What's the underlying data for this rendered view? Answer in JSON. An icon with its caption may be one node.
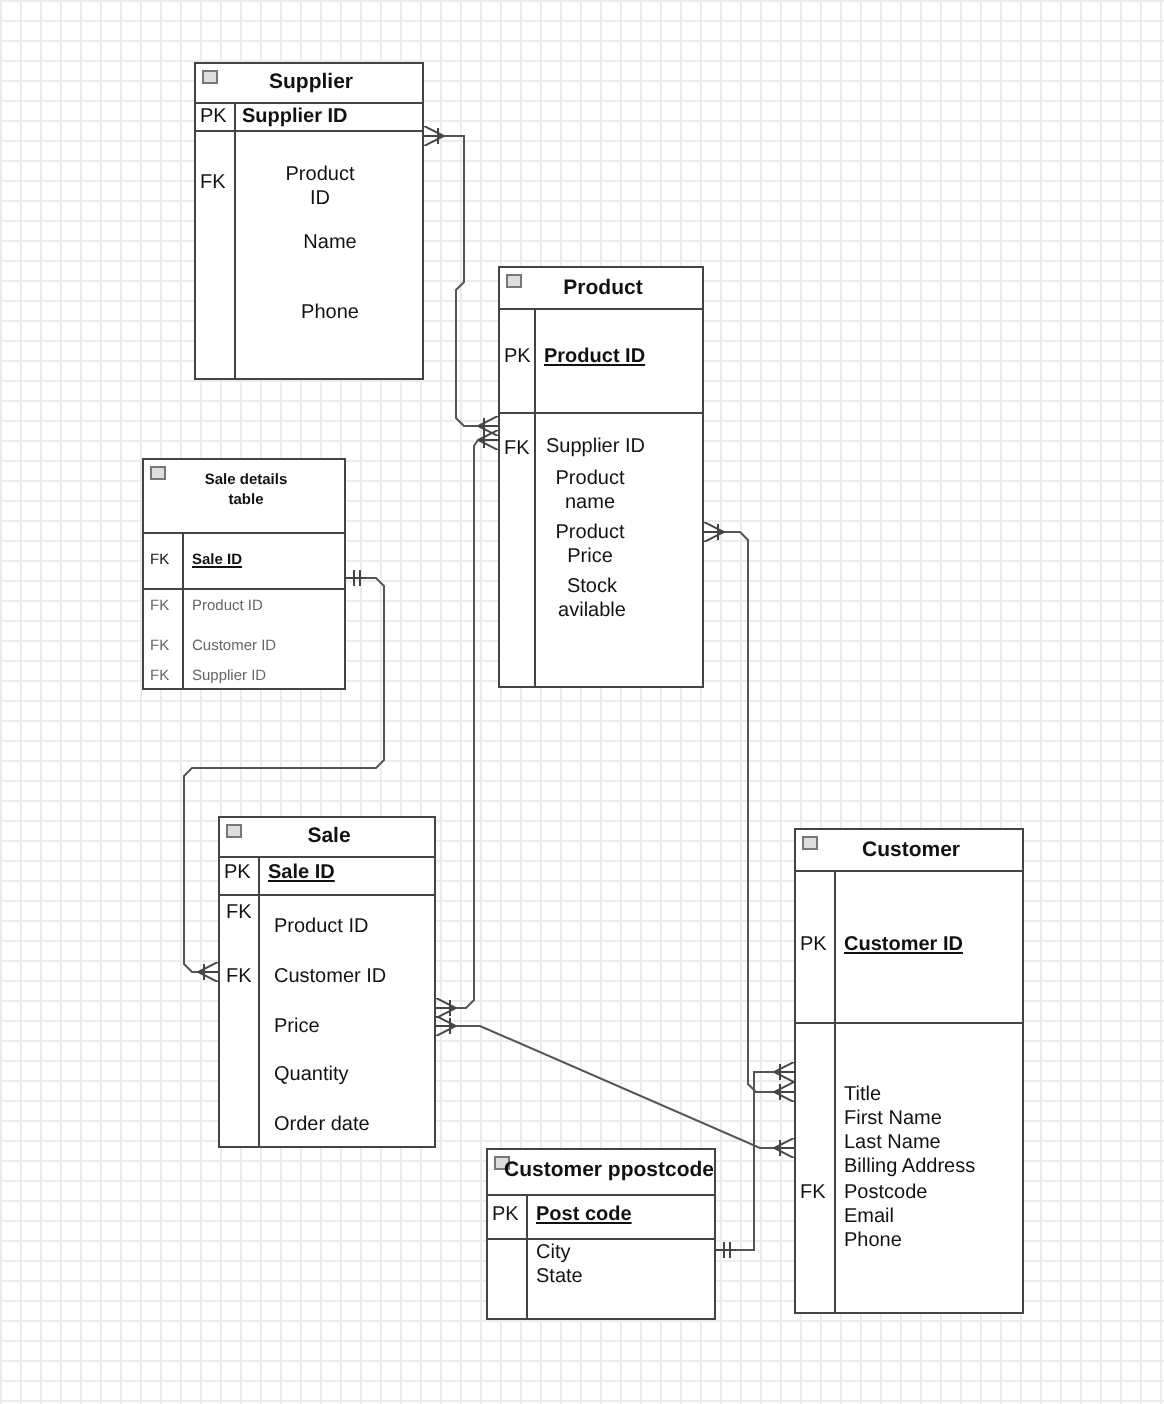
{
  "diagram": {
    "nodes": [
      {
        "text": [
          "Supplier",
          "PK",
          "Supplier ID",
          "FK",
          "Product ID",
          "Name",
          "Phone"
        ]
      },
      {
        "text": [
          "Product",
          "PK",
          "Product ID",
          "FK",
          "Supplier ID",
          "Product name",
          "Product Price",
          "Stock avilable"
        ]
      },
      {
        "text": [
          "Sale details table",
          "FK",
          "Sale ID",
          "FK",
          "Product ID",
          "FK",
          "Customer ID",
          "FK",
          "Supplier ID"
        ]
      },
      {
        "text": [
          "Sale",
          "PK",
          "Sale ID",
          "FK",
          "Product ID",
          "FK",
          "Customer ID",
          "Price",
          "Quantity",
          "Order date"
        ]
      },
      {
        "text": [
          "Customer",
          "PK",
          "Customer ID",
          "Title",
          "First Name",
          "Last Name",
          "Billing Address",
          "FK",
          "Postcode",
          "Email",
          "Phone"
        ]
      },
      {
        "text": [
          "Customer ppostcode",
          "PK",
          "Post code",
          "City",
          "State"
        ]
      }
    ],
    "edges": [
      {
        "from": 0,
        "to": 1,
        "arrow": "other"
      },
      {
        "from": 2,
        "to": 3,
        "arrow": "other"
      },
      {
        "from": 1,
        "to": 3,
        "arrow": "other"
      },
      {
        "from": 3,
        "to": 4,
        "arrow": "other"
      },
      {
        "from": 1,
        "to": 4,
        "arrow": "other"
      },
      {
        "from": 5,
        "to": 4,
        "arrow": "other"
      }
    ]
  }
}
